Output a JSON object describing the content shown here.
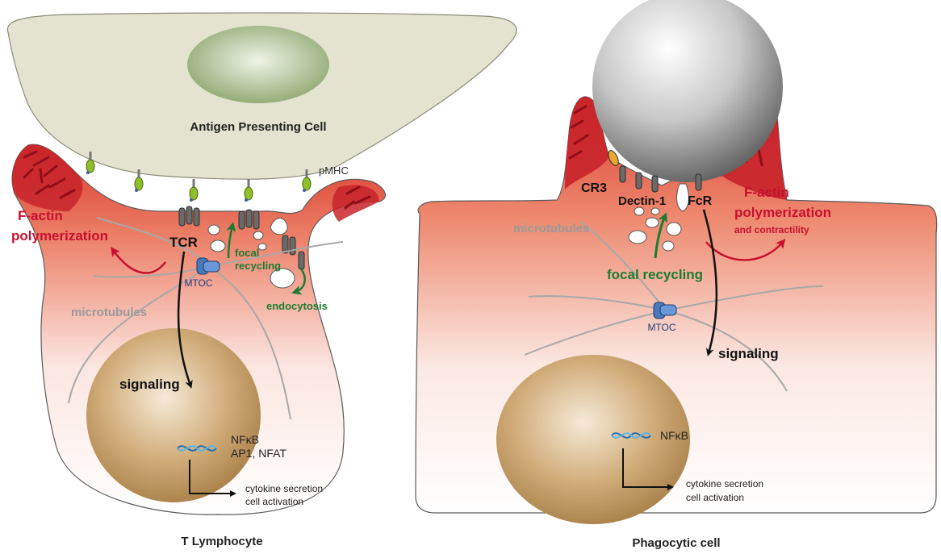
{
  "left_panel": {
    "apc_title": "Antigen Presenting Cell",
    "pmhc": "pMHC",
    "factin_line1": "F-actin",
    "factin_line2": "polymerization",
    "tcr": "TCR",
    "focal_line1": "focal",
    "focal_line2": "recycling",
    "mtoc": "MTOC",
    "endocytosis": "endocytosis",
    "microtubules": "microtubules",
    "signaling": "signaling",
    "nfkb": "NFκB",
    "ap1_nfat": "AP1, NFAT",
    "out_line1": "cytokine secretion",
    "out_line2": "cell activation",
    "cell_title": "T Lymphocyte"
  },
  "right_panel": {
    "cr3": "CR3",
    "dectin": "Dectin-1",
    "fcr": "FcR",
    "factin_line1": "F-actin",
    "factin_line2": "polymerization",
    "factin_line3": "and contractility",
    "microtubules": "microtubules",
    "focal_recycling": "focal recycling",
    "mtoc": "MTOC",
    "signaling": "signaling",
    "nfkb": "NFκB",
    "out_line1": "cytokine secretion",
    "out_line2": "cell activation",
    "cell_title": "Phagocytic cell"
  },
  "colors": {
    "actin_red": "#c8102e",
    "recycling_green": "#1e7a30",
    "microtubule_gray": "#a8a8a8",
    "mtoc_blue": "#4a78b8",
    "apc_fill": "#e2e2cf",
    "nucleus_fill": "#c9a572"
  }
}
